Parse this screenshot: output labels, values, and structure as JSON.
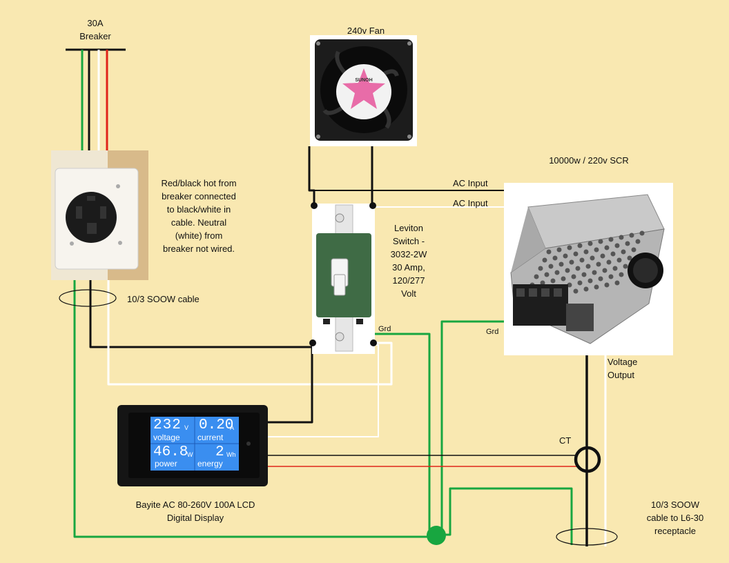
{
  "labels": {
    "breaker": "30A\nBreaker",
    "fan": "240v Fan",
    "scr": "10000w / 220v SCR",
    "ac_input_1": "AC Input",
    "ac_input_2": "AC Input",
    "outlet_note": "Red/black hot from\nbreaker connected\nto black/white in\ncable. Neutral\n(white) from\nbreaker not wired.",
    "switch": "Leviton\nSwitch -\n3032-2W\n30 Amp,\n120/277\nVolt",
    "soow_in": "10/3 SOOW cable",
    "grd_switch": "Grd",
    "grd_scr": "Grd",
    "voltage_output": "Voltage\nOutput",
    "ct": "CT",
    "meter": "Bayite AC 80-260V 100A  LCD\nDigital Display",
    "soow_out": "10/3 SOOW\ncable to L6-30\nreceptacle"
  },
  "fan_text": {
    "brand": "SUNOH"
  },
  "meter_display": {
    "voltage_value": "232",
    "voltage_unit": "V",
    "voltage_label": "voltage",
    "current_value": "0.20",
    "current_unit": "A",
    "current_label": "current",
    "power_value": "46.8",
    "power_unit": "W",
    "power_label": "power",
    "energy_value": "2",
    "energy_unit": "Wh",
    "energy_label": "energy"
  },
  "colors": {
    "background": "#f9e8b1",
    "wire_black": "#111111",
    "wire_white": "#ffffff",
    "wire_green": "#18a640",
    "wire_red": "#e02418",
    "lcd_blue": "#3a8ef0"
  }
}
